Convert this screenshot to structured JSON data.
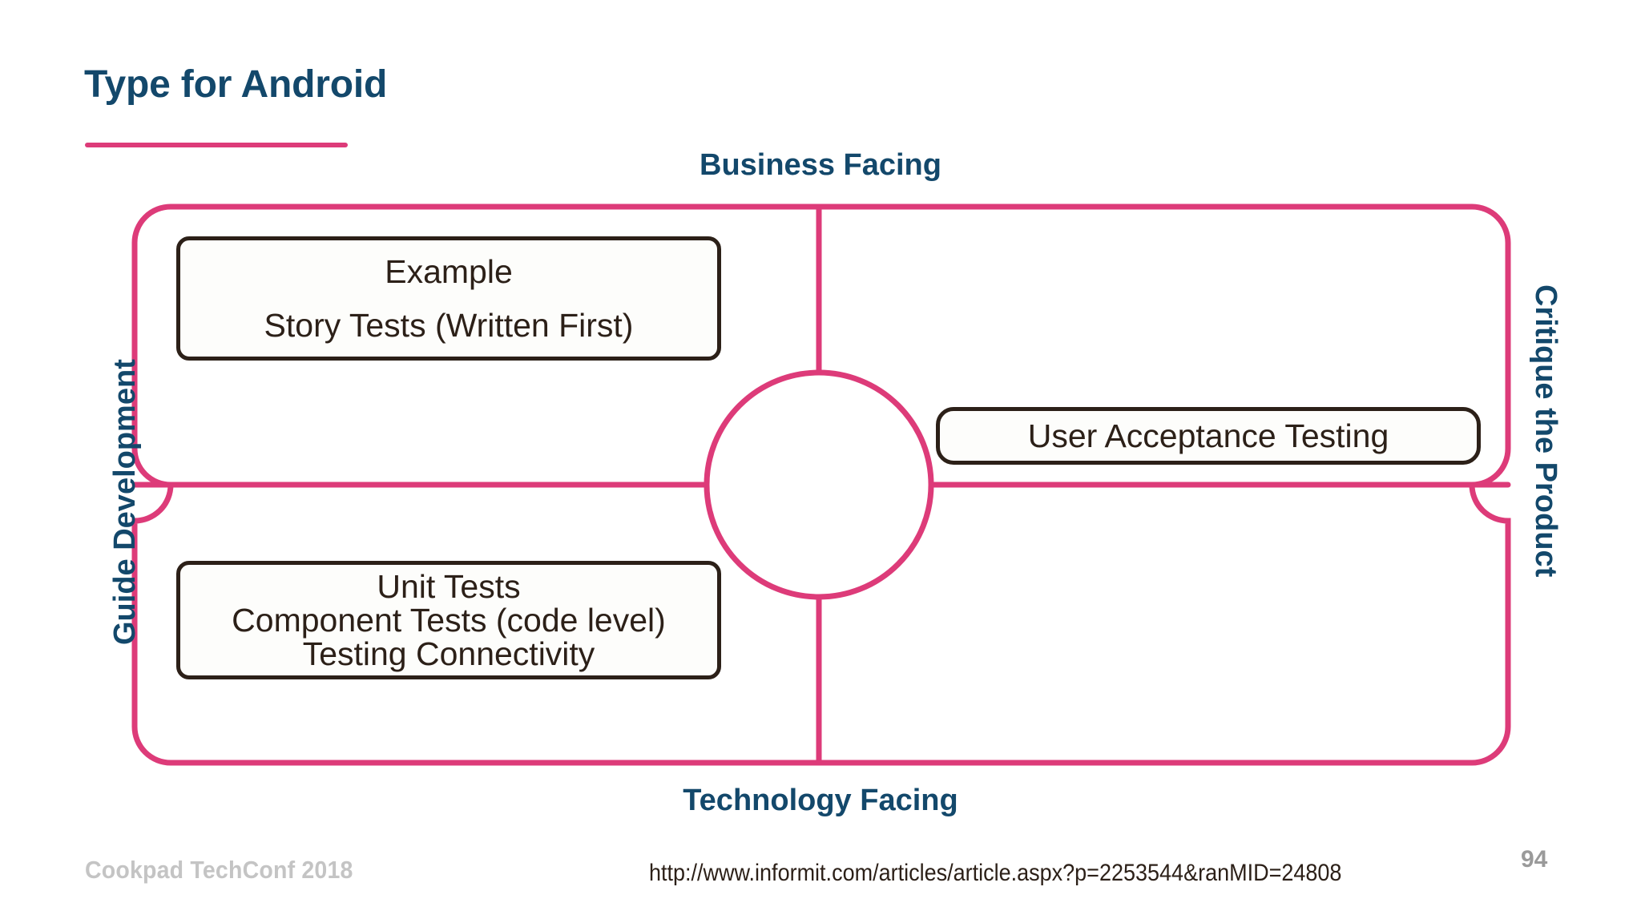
{
  "slide": {
    "title": "Type for Android",
    "page_number": "94"
  },
  "colors": {
    "accent_pink": "#DD3B79",
    "title_blue": "#13486B",
    "box_outline": "#2C2018",
    "footer_gray": "#C4C4C4",
    "page_number_gray": "#9A9A9A",
    "background": "#FFFFFF"
  },
  "axes": {
    "top": "Business Facing",
    "bottom": "Technology Facing",
    "left": "Guide Development",
    "right": "Critique the Product"
  },
  "quadrants": [
    {
      "position": "top-left",
      "box": {
        "name": "example-story-tests-box",
        "lines": [
          "Example",
          "Story Tests (Written First)"
        ]
      }
    },
    {
      "position": "top-right",
      "box": {
        "name": "user-acceptance-testing-box",
        "lines": [
          "User Acceptance Testing"
        ]
      }
    },
    {
      "position": "bottom-left",
      "box": {
        "name": "unit-tests-box",
        "lines": [
          "Unit Tests",
          "Component Tests (code level)",
          "Testing Connectivity"
        ]
      }
    },
    {
      "position": "bottom-right",
      "box": null
    }
  ],
  "boxes": {
    "example": {
      "line1": "Example",
      "line2": "Story Tests (Written First)"
    },
    "unit": {
      "line1": "Unit Tests",
      "line2": "Component Tests (code level)",
      "line3": "Testing Connectivity"
    },
    "uat": {
      "line1": "User Acceptance Testing"
    }
  },
  "footer": {
    "brand": "Cookpad TechConf 2018",
    "source_url": "http://www.informit.com/articles/article.aspx?p=2253544&ranMID=24808"
  }
}
